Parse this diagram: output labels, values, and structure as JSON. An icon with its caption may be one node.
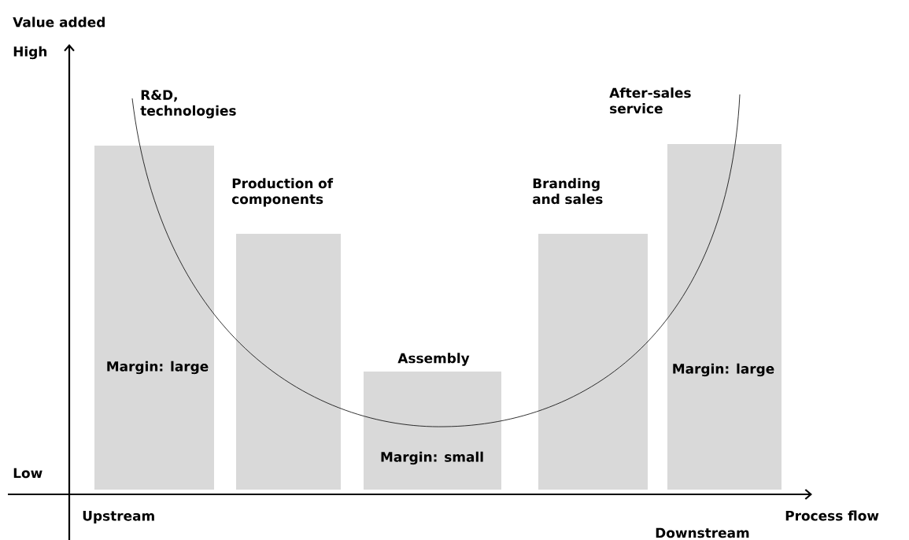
{
  "diagram": {
    "nodes": [
      {
        "text": [
          "R&D, technologies",
          "Margin: large"
        ]
      },
      {
        "text": [
          "Production of components"
        ]
      },
      {
        "text": [
          "Assembly",
          "Margin: small"
        ]
      },
      {
        "text": [
          "Branding and sales"
        ]
      },
      {
        "text": [
          "After-sales service",
          "Margin: large"
        ]
      }
    ],
    "labels": [
      "Value added",
      "High",
      "Low",
      "Upstream",
      "Downstream",
      "Process flow"
    ]
  }
}
